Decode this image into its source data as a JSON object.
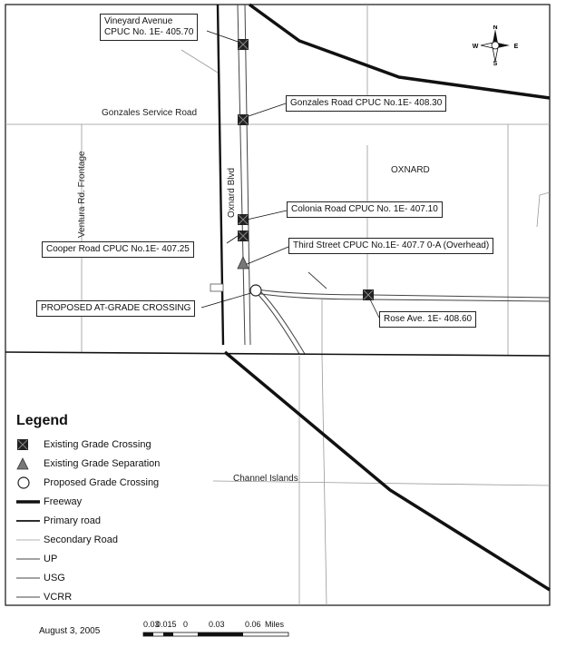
{
  "map": {
    "city_label": "OXNARD",
    "roads": {
      "gonzales_service": "Gonzales Service Road",
      "ventura_frontage": "Ventura Rd. Frontage",
      "oxnard_blvd": "Oxnard Blvd",
      "channel_islands": "Channel Islands"
    },
    "crossings": [
      {
        "id": "vineyard",
        "label_line1": "Vineyard Avenue",
        "label_line2": "CPUC No. 1E- 405.70"
      },
      {
        "id": "gonzales",
        "label": "Gonzales Road CPUC No.1E- 408.30"
      },
      {
        "id": "colonia",
        "label": "Colonia Road CPUC No. 1E- 407.10"
      },
      {
        "id": "cooper",
        "label": "Cooper Road CPUC No.1E- 407.25"
      },
      {
        "id": "third",
        "label": "Third Street CPUC No.1E- 407.7 0-A (Overhead)"
      },
      {
        "id": "proposed",
        "label": "PROPOSED AT-GRADE CROSSING"
      },
      {
        "id": "rose",
        "label": "Rose Ave. 1E- 408.60"
      }
    ],
    "compass": {
      "n": "N",
      "s": "S",
      "e": "E",
      "w": "W"
    }
  },
  "legend": {
    "title": "Legend",
    "items": [
      {
        "label": "Existing Grade Crossing",
        "symbol": "square-x"
      },
      {
        "label": "Existing Grade Separation",
        "symbol": "triangle"
      },
      {
        "label": "Proposed Grade Crossing",
        "symbol": "circle"
      },
      {
        "label": "Freeway",
        "symbol": "thick-line"
      },
      {
        "label": "Primary road",
        "symbol": "medium-line"
      },
      {
        "label": "Secondary Road",
        "symbol": "thin-line"
      },
      {
        "label": "UP",
        "symbol": "thin-line-dark"
      },
      {
        "label": "USG",
        "symbol": "thin-line-dark"
      },
      {
        "label": "VCRR",
        "symbol": "thin-line-dark"
      }
    ]
  },
  "footer": {
    "date": "August 3, 2005",
    "scale": {
      "ticks": [
        "0.03",
        "0.015",
        "0",
        "0.03",
        "0.06"
      ],
      "unit": "Miles"
    }
  }
}
